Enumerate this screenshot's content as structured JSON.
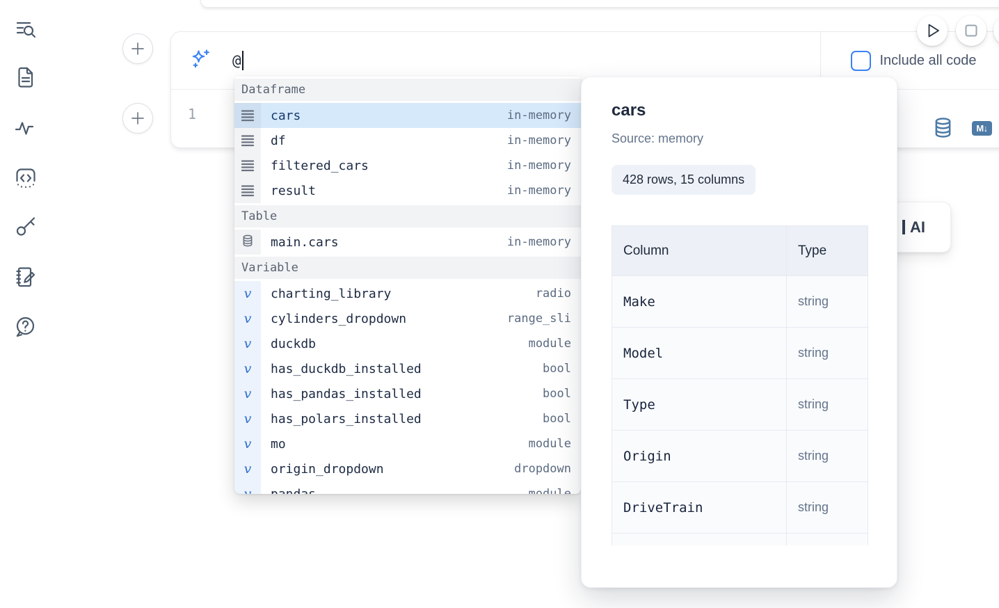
{
  "sidebar": {
    "items": [
      {
        "icon": "toc-search-icon"
      },
      {
        "icon": "document-icon"
      },
      {
        "icon": "activity-icon"
      },
      {
        "icon": "code-snippets-icon"
      },
      {
        "icon": "key-icon"
      },
      {
        "icon": "scratchpad-icon"
      },
      {
        "icon": "help-icon"
      }
    ]
  },
  "prompt": {
    "value": "@",
    "include_all_code_label": "Include all code"
  },
  "cell": {
    "line_number": "1",
    "markdown_badge": "M↓"
  },
  "completion": {
    "sections": [
      {
        "label": "Dataframe",
        "icon": "rows",
        "items": [
          {
            "name": "cars",
            "type": "in-memory",
            "selected": true
          },
          {
            "name": "df",
            "type": "in-memory"
          },
          {
            "name": "filtered_cars",
            "type": "in-memory"
          },
          {
            "name": "result",
            "type": "in-memory"
          }
        ]
      },
      {
        "label": "Table",
        "icon": "db",
        "items": [
          {
            "name": "main.cars",
            "type": "in-memory"
          }
        ]
      },
      {
        "label": "Variable",
        "icon": "var",
        "items": [
          {
            "name": "charting_library",
            "type": "radio"
          },
          {
            "name": "cylinders_dropdown",
            "type": "range_sli"
          },
          {
            "name": "duckdb",
            "type": "module"
          },
          {
            "name": "has_duckdb_installed",
            "type": "bool"
          },
          {
            "name": "has_pandas_installed",
            "type": "bool"
          },
          {
            "name": "has_polars_installed",
            "type": "bool"
          },
          {
            "name": "mo",
            "type": "module"
          },
          {
            "name": "origin_dropdown",
            "type": "dropdown"
          },
          {
            "name": "pandas",
            "type": "module",
            "partial": true
          }
        ]
      }
    ]
  },
  "preview": {
    "title": "cars",
    "source": "Source: memory",
    "shape": "428 rows, 15 columns",
    "table": {
      "headers": [
        "Column",
        "Type"
      ],
      "rows": [
        [
          "Make",
          "string"
        ],
        [
          "Model",
          "string"
        ],
        [
          "Type",
          "string"
        ],
        [
          "Origin",
          "string"
        ],
        [
          "DriveTrain",
          "string"
        ],
        [
          "",
          ""
        ]
      ]
    }
  },
  "ai_button": {
    "label": "AI"
  },
  "colors": {
    "accent_blue": "#3b82f6",
    "cell_icon_blue": "#4e7ba6",
    "selection_bg": "#d6e9fb"
  }
}
